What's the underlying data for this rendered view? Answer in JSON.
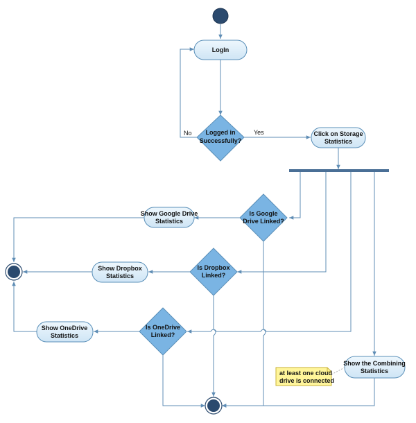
{
  "login": "LogIn",
  "decision_login": [
    "Logged in",
    "Successfully?"
  ],
  "label_no": "No",
  "label_yes": "Yes",
  "click_storage": [
    "Click on Storage",
    "Statistics"
  ],
  "decision_google": [
    "Is Google",
    "Drive Linked?"
  ],
  "decision_dropbox": [
    "Is Dropbox",
    "Linked?"
  ],
  "decision_onedrive": [
    "Is OneDrive",
    "Linked?"
  ],
  "show_google": [
    "Show Google Drive",
    "Statistics"
  ],
  "show_dropbox": [
    "Show Dropbox",
    "Statistics"
  ],
  "show_onedrive": [
    "Show OneDrive",
    "Statistics"
  ],
  "show_combining": [
    "Show the Combining",
    "Statistics"
  ],
  "note": [
    "at least one cloud",
    "drive is connected"
  ],
  "colors": {
    "node_fill": "#dcedf8",
    "node_stroke": "#5a8fb8",
    "decision_fill": "#7ab4e3",
    "edge": "#5f8db5",
    "start_fill": "#2b4a6e",
    "note_fill": "#fff59a",
    "note_stroke": "#c9b23a"
  }
}
